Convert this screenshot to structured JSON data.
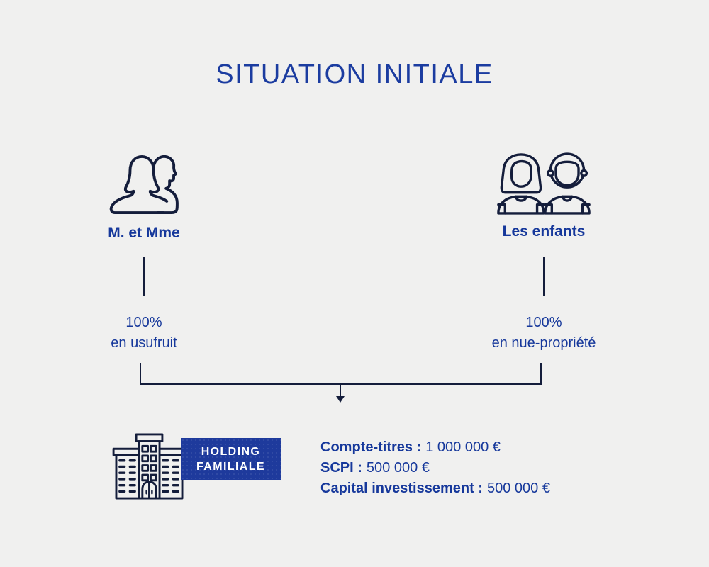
{
  "title": "SITUATION INITIALE",
  "colors": {
    "background": "#F0F0EF",
    "primary_text": "#16389B",
    "title_text": "#1B3CA0",
    "line_navy": "#141D3B",
    "badge_background": "#1E3A9C",
    "badge_text": "#FFFFFF"
  },
  "icons": {
    "parents": "couple-outline-icon",
    "children": "two-children-outline-icon",
    "holding": "building-outline-icon",
    "flow": "arrow-down-icon"
  },
  "parents": {
    "label": "M. et Mme",
    "share": "100%",
    "share_type": "en usufruit"
  },
  "children": {
    "label": "Les enfants",
    "share": "100%",
    "share_type": "en nue-propriété"
  },
  "holding": {
    "badge_line1": "HOLDING",
    "badge_line2": "FAMILIALE",
    "assets": [
      {
        "label": "Compte-titres :",
        "value": "1 000 000 €"
      },
      {
        "label": "SCPI :",
        "value": "500 000 €"
      },
      {
        "label": "Capital investissement :",
        "value": "500 000 €"
      }
    ]
  }
}
